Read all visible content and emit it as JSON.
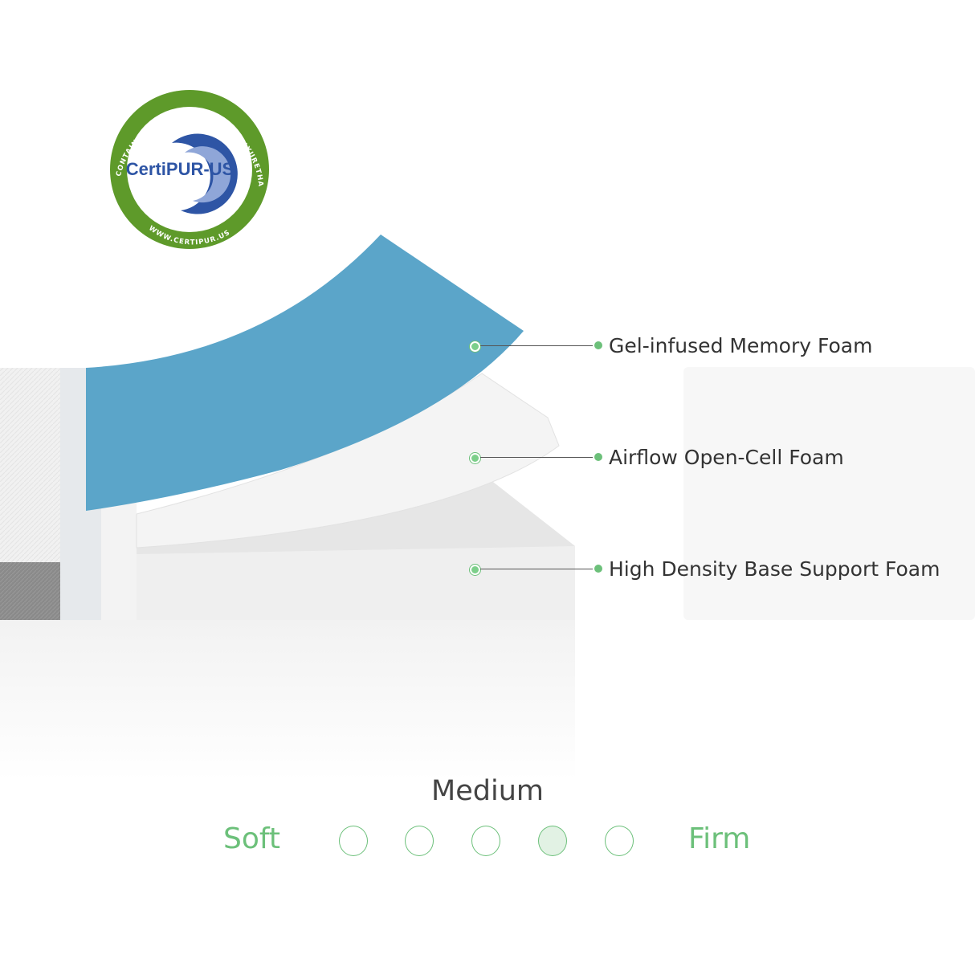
{
  "badge": {
    "name": "CertiPUR-US",
    "ring_text_top": "CONTAINS CERTIFIED FLEXIBLE POLYURETHANE FOAM",
    "ring_text_bottom": "WWW.CERTIPUR.US",
    "colors": {
      "ring": "#5e9a2a",
      "text": "#2e55a5"
    }
  },
  "layers": [
    {
      "label": "Gel-infused Memory Foam",
      "color": "#5ba5c9"
    },
    {
      "label": "Airflow Open-Cell Foam",
      "color": "#f3f3f3"
    },
    {
      "label": "High Density Base Support Foam",
      "color": "#efefef"
    }
  ],
  "firmness": {
    "title": "Medium",
    "min_label": "Soft",
    "max_label": "Firm",
    "levels": 5,
    "selected": 4,
    "accent": "#6cc07a"
  }
}
